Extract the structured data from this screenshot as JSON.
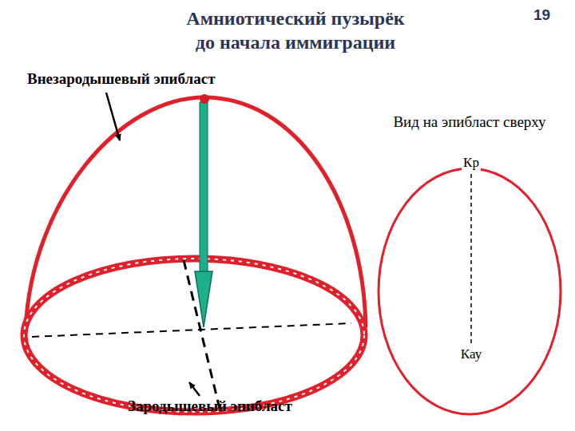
{
  "diagram": {
    "title": "Амниотический пузырёк до начала иммиграции",
    "nodes": [
      {
        "text": [
          "Вид на эпибласт сверху",
          "Кр",
          "Кау"
        ]
      }
    ],
    "labels": [
      "19",
      "Внезародышевый эпибласт",
      "Зародышевый эпибласт"
    ]
  }
}
